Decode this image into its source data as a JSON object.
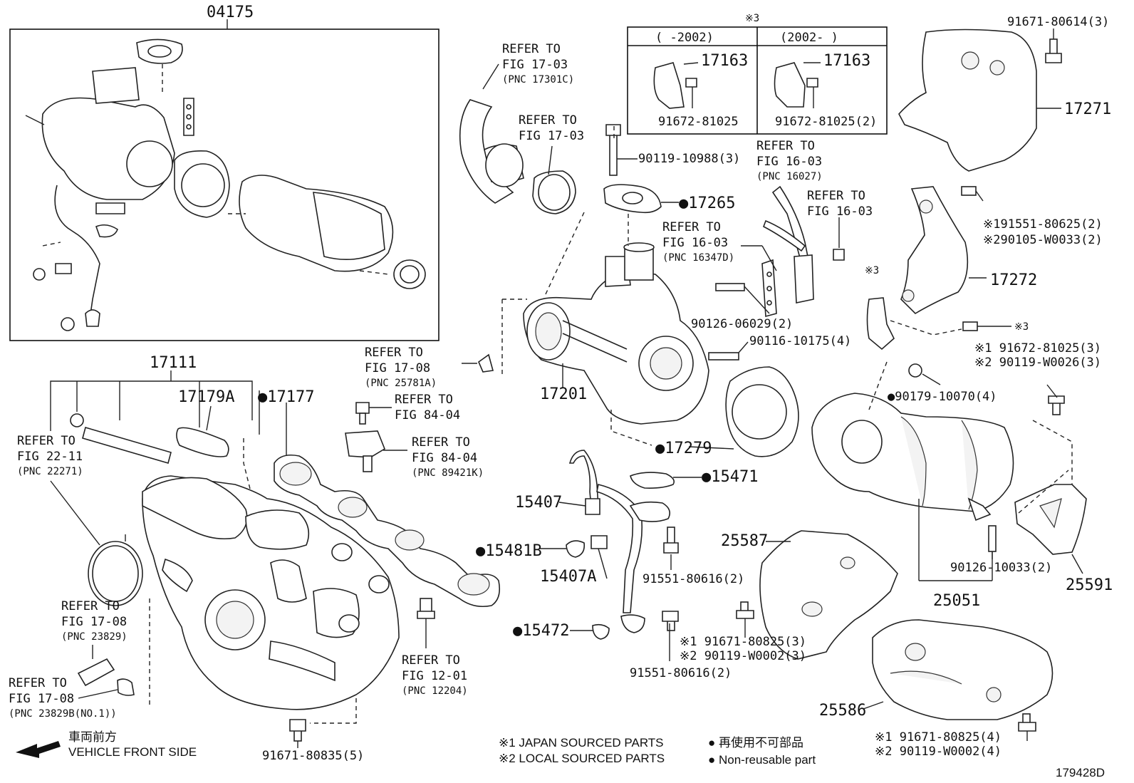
{
  "assembly_box": {
    "pnc": "04175"
  },
  "variant_table": {
    "marker": "※3",
    "col1_header": "(    -2002)",
    "col2_header": "(2002-     )",
    "col1_part": "17163",
    "col1_bolt": "91672-81025",
    "col2_part": "17163",
    "col2_bolt": "91672-81025(2)"
  },
  "refs": {
    "r1": [
      "REFER TO",
      "FIG 17-03",
      "(PNC 17301C)"
    ],
    "r2": [
      "REFER TO",
      "FIG 17-03"
    ],
    "r3": [
      "REFER TO",
      "FIG 16-03",
      "(PNC 16027)"
    ],
    "r4": [
      "REFER TO",
      "FIG 16-03"
    ],
    "r5": [
      "REFER TO",
      "FIG 16-03",
      "(PNC 16347D)"
    ],
    "r6": [
      "REFER TO",
      "FIG 17-08",
      "(PNC 25781A)"
    ],
    "r7": [
      "REFER TO",
      "FIG 84-04"
    ],
    "r8": [
      "REFER TO",
      "FIG 84-04",
      "(PNC 89421K)"
    ],
    "r9": [
      "REFER TO",
      "FIG 22-11",
      "(PNC 22271)"
    ],
    "r10": [
      "REFER TO",
      "FIG 17-08",
      "(PNC 23829)"
    ],
    "r11": [
      "REFER TO",
      "FIG 17-08",
      "(PNC 23829B(NO.1))"
    ],
    "r12": [
      "REFER TO",
      "FIG 12-01",
      "(PNC 12204)"
    ]
  },
  "labels": {
    "p17111": "17111",
    "p17179a": "17179A",
    "p17177": "●17177",
    "p91671_80835": "91671-80835(5)",
    "p17201": "17201",
    "p90119_10988": "90119-10988(3)",
    "p17265": "●17265",
    "p90126_06029": "90126-06029(2)",
    "p90116_10175": "90116-10175(4)",
    "p17279": "●17279",
    "p15471": "●15471",
    "p15407": "15407",
    "p15481b": "●15481B",
    "p15407a": "15407A",
    "p15472": "●15472",
    "p91551_a": "91551-80616(2)",
    "p91551_b": "91551-80616(2)",
    "p91671_80614": "91671-80614(3)",
    "p17271": "17271",
    "p17272_m1": "※191551-80625(2)",
    "p17272_m2": "※290105-W0033(2)",
    "p17272": "17272",
    "p17272_m3_marker": "※3",
    "p17272_m3": "※3",
    "p91672_m1": "※1 91672-81025(3)",
    "p91672_m2": "※2 90119-W0026(3)",
    "p90179": "●90179-10070(4)",
    "p25587": "25587",
    "p25051": "25051",
    "p90126_10033": "90126-10033(2)",
    "p25591": "25591",
    "p25586": "25586",
    "p91671_80825_m1": "※1  91671-80825(3)",
    "p91671_80825_m2": "※2  90119-W0002(3)",
    "p_bottom_m1": "※1  91671-80825(4)",
    "p_bottom_m2": "※2  90119-W0002(4)"
  },
  "legend": {
    "japan": "※1  JAPAN SOURCED PARTS",
    "local": "※2  LOCAL SOURCED PARTS",
    "non_reuse_jp": "● 再使用不可部品",
    "non_reuse_en": "● Non-reusable part",
    "front_jp": "車両前方",
    "front_en": "VEHICLE FRONT SIDE",
    "fig_id": "179428D"
  }
}
